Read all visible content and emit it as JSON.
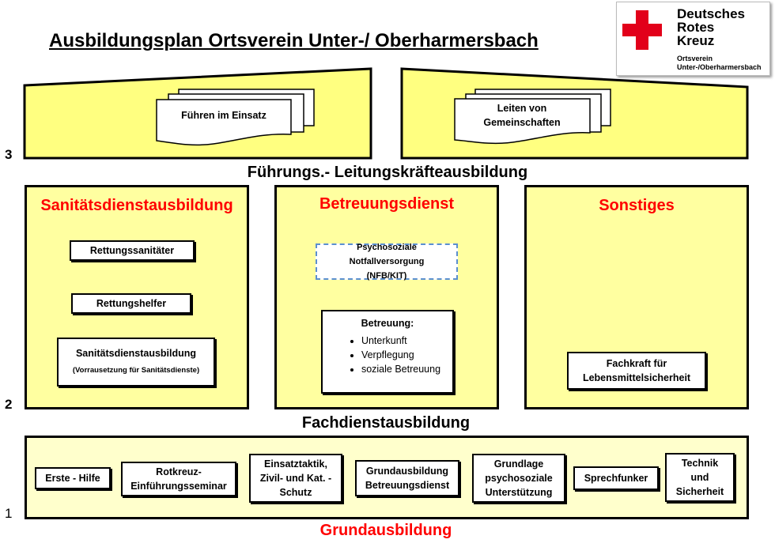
{
  "title": "Ausbildungsplan Ortsverein Unter-/ Oberharmersbach",
  "logo": {
    "name_lines": [
      "Deutsches",
      "Rotes",
      "Kreuz"
    ],
    "sub_lines": [
      "Ortsverein",
      "Unter-/Oberharmersbach"
    ],
    "cross_color": "#e2001a"
  },
  "level3": {
    "number": "3",
    "caption": "Führungs.- Leitungskräfteausbildung",
    "docs": [
      "Führen im Einsatz",
      "Leiten von Gemeinschaften"
    ]
  },
  "level2": {
    "number": "2",
    "caption": "Fachdienstausbildung",
    "sections": [
      {
        "title": "Sanitätsdienstausbildung",
        "items": [
          "Rettungssanitäter",
          "Rettungshelfer"
        ],
        "main": "Sanitätsdienstausbildung",
        "main_note": "(Vorrausetzung für Sanitätsdienste)"
      },
      {
        "title": "Betreuungsdienst",
        "dashed": "Psychosoziale Notfallversorgung (NFB/KIT)",
        "betreuung_title": "Betreuung:",
        "betreuung_items": [
          "Unterkunft",
          "Verpflegung",
          "soziale Betreuung"
        ]
      },
      {
        "title": "Sonstiges",
        "items": [
          "Fachkraft für Lebensmittelsicherheit"
        ]
      }
    ]
  },
  "level1": {
    "number": "1",
    "caption": "Grundausbildung",
    "items": [
      "Erste - Hilfe",
      "Rotkreuz-Einführungsseminar",
      "Einsatztaktik, Zivil- und Kat. - Schutz",
      "Grundausbildung Betreuungsdienst",
      "Grundlage psychosoziale Unterstützung",
      "Sprechfunker",
      "Technik und Sicherheit"
    ]
  }
}
